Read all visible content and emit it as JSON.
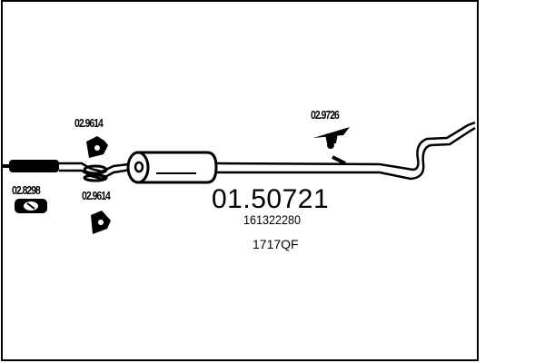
{
  "main_part": {
    "number": "01.50721",
    "oe_number": "161322280",
    "ref": "1717QF"
  },
  "parts": [
    {
      "number": "02.9614",
      "icon": "rubber-mount-icon"
    },
    {
      "number": "02.9614",
      "icon": "rubber-mount-icon"
    },
    {
      "number": "02.8298",
      "icon": "clamp-icon"
    },
    {
      "number": "02.9726",
      "icon": "hanger-bracket-icon"
    }
  ]
}
